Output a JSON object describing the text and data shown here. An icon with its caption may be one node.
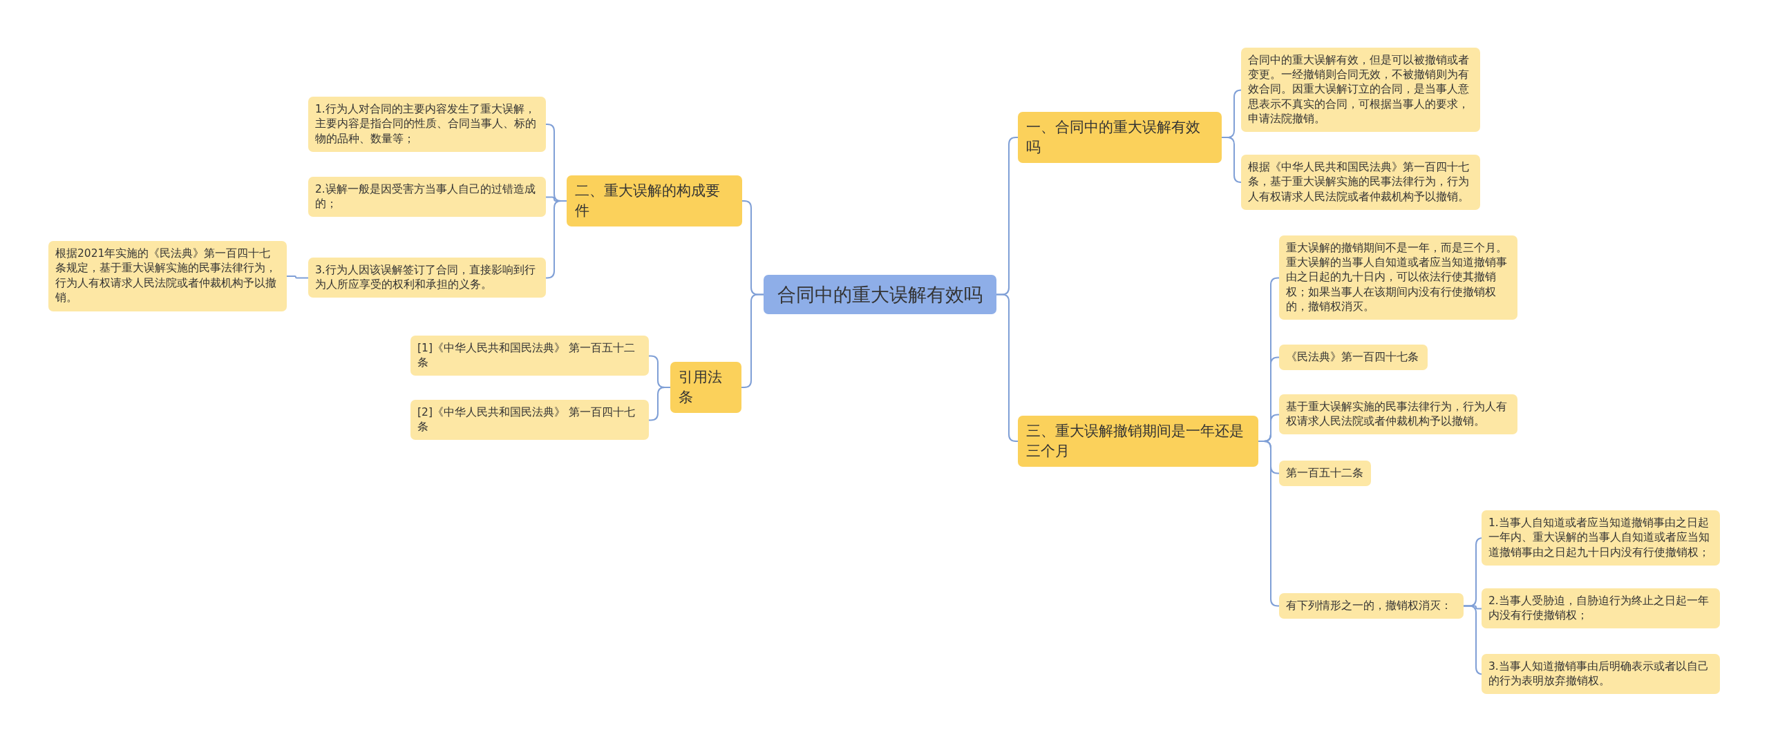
{
  "diagram": {
    "nodes": [
      {
        "text": [
          "合同中的重大误解有效吗"
        ]
      },
      {
        "text": [
          "一、合同中的重大误解有效吗"
        ]
      },
      {
        "text": [
          "合同中的重大误解有效，但是可以被撤销或者变更。一经撤销则合同无效，不被撤销则为有效合同。因重大误解订立的合同，是当事人意思表示不真实的合同，可根据当事人的要求，申请法院撤销。"
        ]
      },
      {
        "text": [
          "根据《中华人民共和国民法典》第一百四十七条，基于重大误解实施的民事法律行为，行为人有权请求人民法院或者仲裁机构予以撤销。"
        ]
      },
      {
        "text": [
          "三、重大误解撤销期间是一年还是三个月"
        ]
      },
      {
        "text": [
          "重大误解的撤销期间不是一年，而是三个月。重大误解的当事人自知道或者应当知道撤销事由之日起的九十日内，可以依法行使其撤销权；如果当事人在该期间内没有行使撤销权的，撤销权消灭。"
        ]
      },
      {
        "text": [
          "《民法典》第一百四十七条"
        ]
      },
      {
        "text": [
          "基于重大误解实施的民事法律行为，行为人有权请求人民法院或者仲裁机构予以撤销。"
        ]
      },
      {
        "text": [
          "第一百五十二条"
        ]
      },
      {
        "text": [
          "有下列情形之一的，撤销权消灭："
        ]
      },
      {
        "text": [
          "1.当事人自知道或者应当知道撤销事由之日起一年内、重大误解的当事人自知道或者应当知道撤销事由之日起九十日内没有行使撤销权；"
        ]
      },
      {
        "text": [
          "2.当事人受胁迫，自胁迫行为终止之日起一年内没有行使撤销权；"
        ]
      },
      {
        "text": [
          "3.当事人知道撤销事由后明确表示或者以自己的行为表明放弃撤销权。"
        ]
      },
      {
        "text": [
          "二、重大误解的构成要件"
        ]
      },
      {
        "text": [
          "1.行为人对合同的主要内容发生了重大误解，主要内容是指合同的性质、合同当事人、标的物的品种、数量等；"
        ]
      },
      {
        "text": [
          "2.误解一般是因受害方当事人自己的过错造成的；"
        ]
      },
      {
        "text": [
          "3.行为人因该误解签订了合同，直接影响到行为人所应享受的权利和承担的义务。"
        ]
      },
      {
        "text": [
          "根据2021年实施的《民法典》第一百四十七条规定，基于重大误解实施的民事法律行为，行为人有权请求人民法院或者仲裁机构予以撤销。"
        ]
      },
      {
        "text": [
          "引用法条"
        ]
      },
      {
        "text": [
          "[1]《中华人民共和国民法典》 第一百五十二条"
        ]
      },
      {
        "text": [
          "[2]《中华人民共和国民法典》 第一百四十七条"
        ]
      }
    ],
    "edges": [
      {
        "from": 0,
        "to": 1,
        "arrow": "none"
      },
      {
        "from": 1,
        "to": 2,
        "arrow": "none"
      },
      {
        "from": 1,
        "to": 3,
        "arrow": "none"
      },
      {
        "from": 0,
        "to": 4,
        "arrow": "none"
      },
      {
        "from": 4,
        "to": 5,
        "arrow": "none"
      },
      {
        "from": 4,
        "to": 6,
        "arrow": "none"
      },
      {
        "from": 4,
        "to": 7,
        "arrow": "none"
      },
      {
        "from": 4,
        "to": 8,
        "arrow": "none"
      },
      {
        "from": 4,
        "to": 9,
        "arrow": "none"
      },
      {
        "from": 9,
        "to": 10,
        "arrow": "none"
      },
      {
        "from": 9,
        "to": 11,
        "arrow": "none"
      },
      {
        "from": 9,
        "to": 12,
        "arrow": "none"
      },
      {
        "from": 0,
        "to": 13,
        "arrow": "none"
      },
      {
        "from": 13,
        "to": 14,
        "arrow": "none"
      },
      {
        "from": 13,
        "to": 15,
        "arrow": "none"
      },
      {
        "from": 13,
        "to": 16,
        "arrow": "none"
      },
      {
        "from": 16,
        "to": 17,
        "arrow": "none"
      },
      {
        "from": 0,
        "to": 18,
        "arrow": "none"
      },
      {
        "from": 18,
        "to": 19,
        "arrow": "none"
      },
      {
        "from": 18,
        "to": 20,
        "arrow": "none"
      }
    ]
  }
}
